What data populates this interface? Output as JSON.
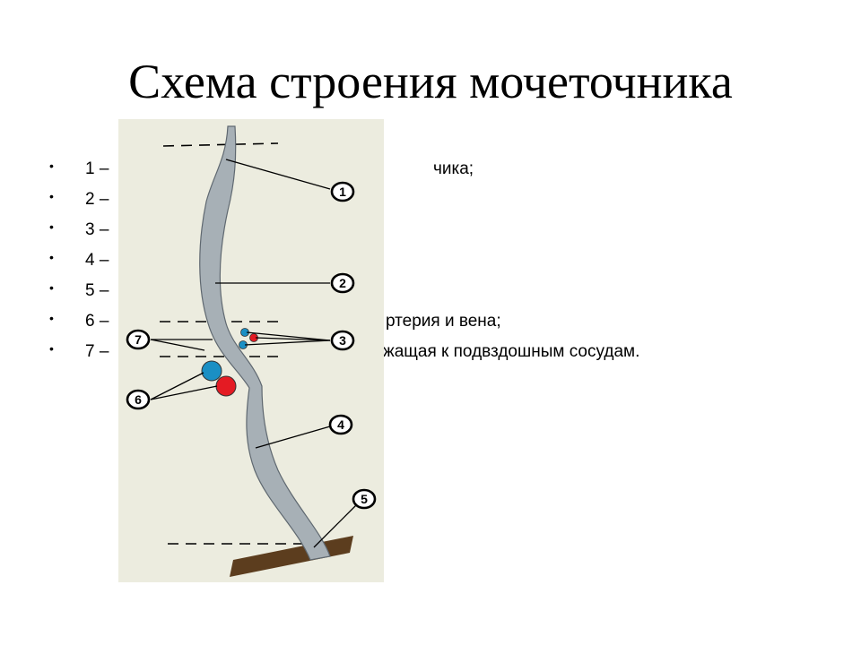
{
  "slide": {
    "title": "Схема строения мочеточника"
  },
  "bullets": [
    {
      "marker": "•",
      "number": "1 –",
      "visible_text": "чика;"
    },
    {
      "marker": "•",
      "number": "2 –",
      "visible_text": ""
    },
    {
      "marker": "•",
      "number": "3 –",
      "visible_text": ""
    },
    {
      "marker": "•",
      "number": "4 –",
      "visible_text": ""
    },
    {
      "marker": "•",
      "number": "5 –",
      "visible_text": ""
    },
    {
      "marker": "•",
      "number": "6 –",
      "visible_text": "ртерия и вена;"
    },
    {
      "marker": "•",
      "number": "7 –",
      "visible_text": "жащая к подвздошным сосудам."
    }
  ],
  "diagram": {
    "background_color": "#ececdf",
    "ureter_color": "#a7b0b6",
    "artery_color": "#e41b23",
    "vein_color": "#1a8fc4",
    "bladder_wall_color": "#5c3d1e",
    "callouts": [
      "1",
      "2",
      "3",
      "4",
      "5",
      "6",
      "7"
    ]
  }
}
